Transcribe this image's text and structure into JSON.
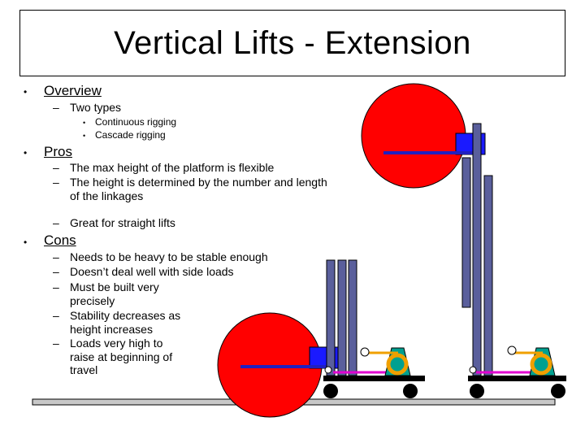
{
  "slide": {
    "title": "Vertical Lifts -  Extension",
    "sections": [
      {
        "heading": "Overview",
        "items": [
          {
            "text": "Two types",
            "subitems": [
              "Continuous rigging",
              "Cascade rigging"
            ]
          }
        ]
      },
      {
        "heading": "Pros",
        "items": [
          {
            "text": "The max height of the platform is flexible"
          },
          {
            "text": "The height is determined by the number and length\nof the linkages"
          },
          {
            "text": "Great for straight lifts"
          }
        ]
      },
      {
        "heading": "Cons",
        "items": [
          {
            "text": "Needs to be heavy to be stable enough"
          },
          {
            "text": "Doesn’t deal well with side loads"
          },
          {
            "text": "Must be built very precisely"
          },
          {
            "text": "Stability decreases as height increases"
          },
          {
            "text": "Loads very high to raise at beginning of travel"
          }
        ]
      }
    ],
    "bullet_l1": "•",
    "bullet_l2": "–",
    "bullet_l3": "•"
  },
  "colors": {
    "red_disc": "#ff0000",
    "mast_blue": "#5a5f9c",
    "platform_blue": "#1a1aff",
    "arm_blue": "#2020c0",
    "base_black": "#000000",
    "magenta": "#e000d0",
    "orange": "#f0a000",
    "teal": "#00a090",
    "floor_gray": "#c8c8c8"
  }
}
